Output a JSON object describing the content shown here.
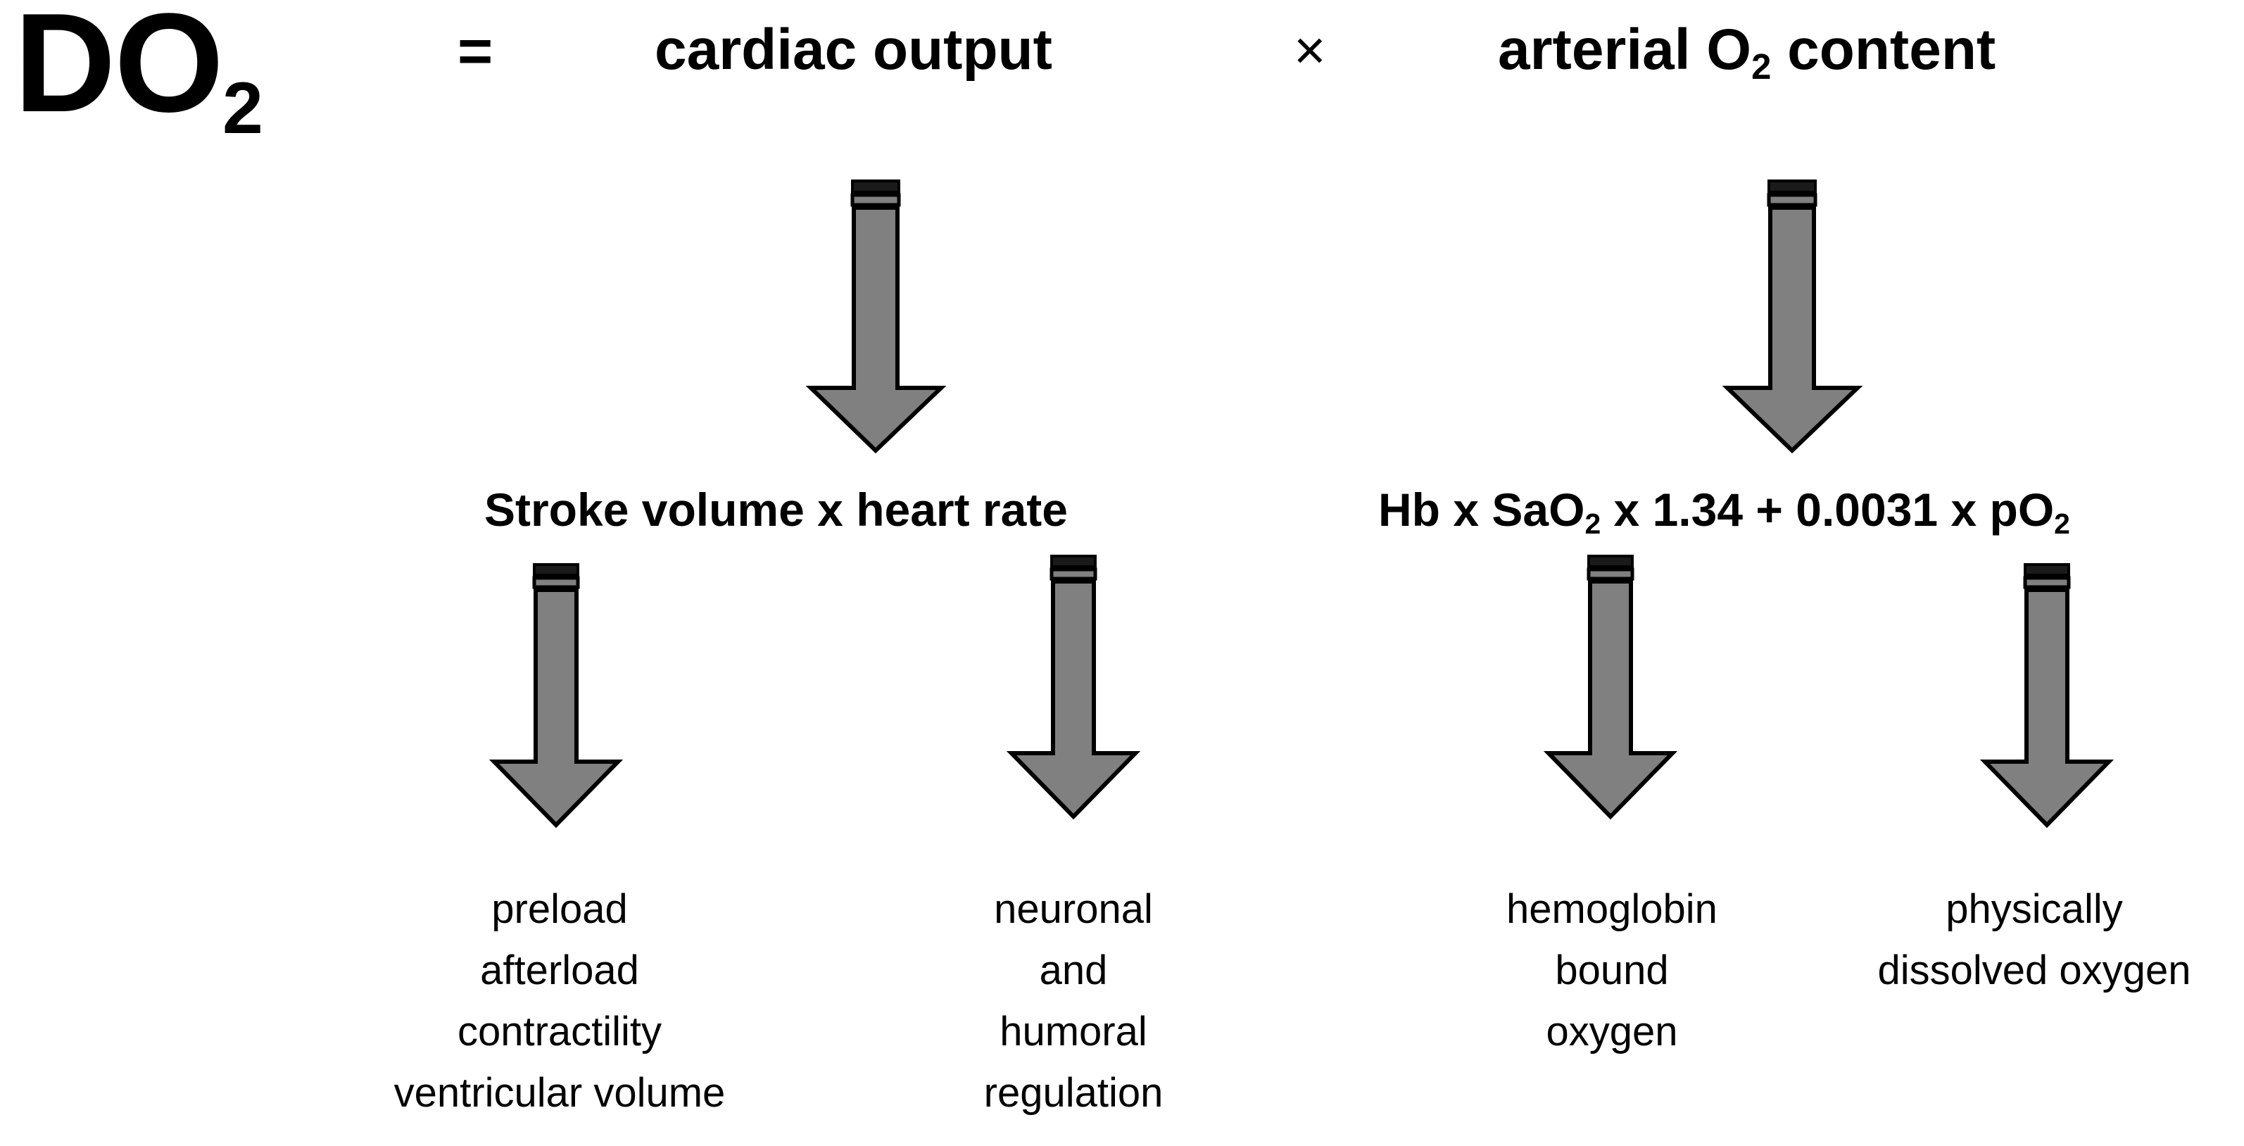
{
  "diagram": {
    "title_main": "DO",
    "title_sub": "2",
    "equals": "=",
    "times": "×",
    "colors": {
      "background": "#ffffff",
      "text": "#000000",
      "arrow_fill": "#808080",
      "arrow_stroke": "#000000",
      "arrow_cap_dark": "#1a1a1a"
    },
    "header_terms": [
      {
        "label_pre": "cardiac output",
        "sub": "",
        "label_post": ""
      },
      {
        "label_pre": "arterial O",
        "sub": "2",
        "label_post": " content"
      }
    ],
    "mid_terms": [
      {
        "parts": [
          {
            "text": "Stroke volume  x  heart rate",
            "sub": ""
          }
        ]
      },
      {
        "parts": [
          {
            "text": "Hb  x  SaO",
            "sub": "2"
          },
          {
            "text": " x 1.34 + 0.0031 x pO",
            "sub": "2"
          }
        ]
      }
    ],
    "mid_term_plain": [
      "Stroke volume  x  heart rate",
      "Hb  x  SaO2 x 1.34 + 0.0031 x pO2"
    ],
    "leaf_columns": [
      {
        "lines": [
          "preload",
          "afterload",
          "contractility",
          "ventricular volume"
        ]
      },
      {
        "lines": [
          "neuronal",
          "and",
          "humoral",
          "regulation"
        ]
      },
      {
        "lines": [
          "hemoglobin",
          "bound",
          "oxygen"
        ]
      },
      {
        "lines": [
          "physically",
          "dissolved oxygen"
        ]
      }
    ],
    "arrows": [
      {
        "name": "arrow-cardiac-output",
        "from": "cardiac output",
        "to": "Stroke volume x heart rate"
      },
      {
        "name": "arrow-arterial-o2-content",
        "from": "arterial O2 content",
        "to": "Hb x SaO2 x 1.34 + 0.0031 x pO2"
      },
      {
        "name": "arrow-stroke-volume",
        "from": "Stroke volume",
        "to": "preload / afterload / contractility / ventricular volume"
      },
      {
        "name": "arrow-heart-rate",
        "from": "heart rate",
        "to": "neuronal and humoral regulation"
      },
      {
        "name": "arrow-hb-sao2",
        "from": "Hb x SaO2 x 1.34",
        "to": "hemoglobin bound oxygen"
      },
      {
        "name": "arrow-po2",
        "from": "0.0031 x pO2",
        "to": "physically dissolved oxygen"
      }
    ]
  }
}
